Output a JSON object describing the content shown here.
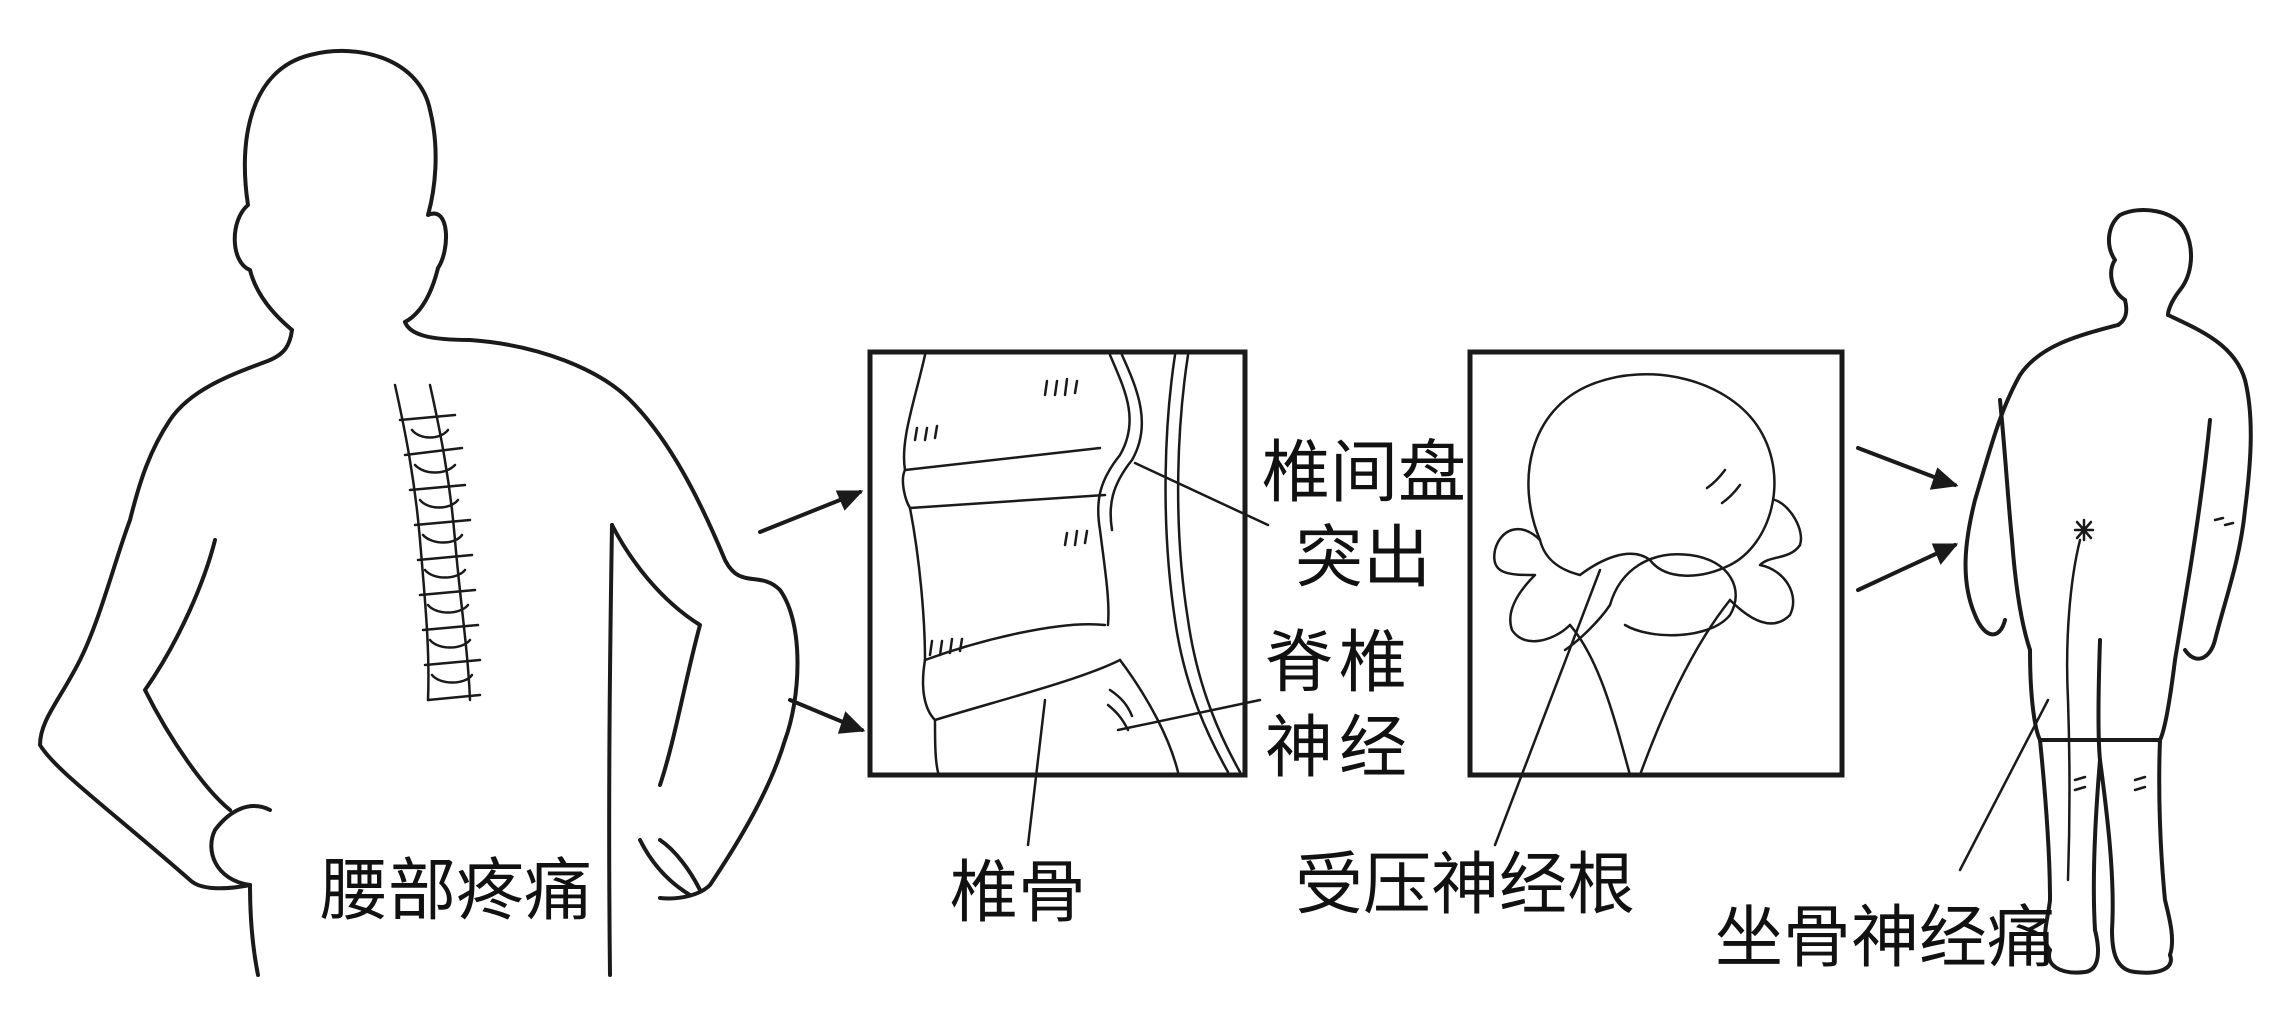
{
  "labels": {
    "low_back_pain": "腰部疼痛",
    "disc_herniation_line1": "椎间盘",
    "disc_herniation_line2": "突出",
    "spinal_nerve_line1": "脊椎",
    "spinal_nerve_line2": "神经",
    "vertebra": "椎骨",
    "compressed_nerve_root": "受压神经根",
    "sciatica": "坐骨神经痛"
  },
  "colors": {
    "ink": "#1a1a1a",
    "background": "#ffffff"
  }
}
